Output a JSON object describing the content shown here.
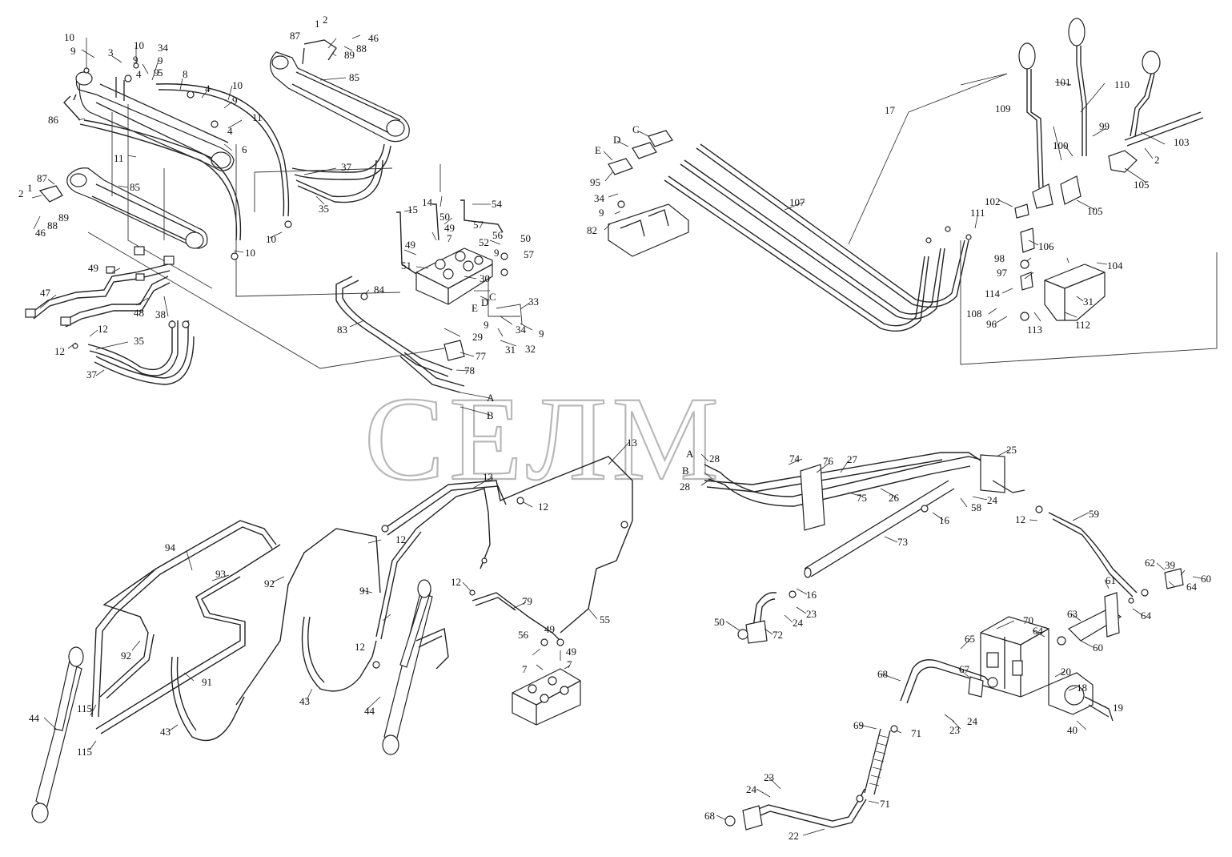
{
  "watermark": "СЕЛМ",
  "labels": {
    "l10a": "10",
    "l9a": "9",
    "l3": "3",
    "l10b": "10",
    "l9b": "9",
    "l34a": "34",
    "l9c": "9",
    "l5": "5",
    "l4a": "4",
    "l8": "8",
    "l4b": "4",
    "l10c": "10",
    "l9d": "9",
    "l86": "86",
    "l11a": "11",
    "l11b": "11",
    "l4c": "4",
    "l6": "6",
    "l87a": "87",
    "l1a": "1",
    "l2a": "2",
    "l46a": "46",
    "l89a": "89",
    "l88a": "88",
    "l85a": "85",
    "l37a": "37",
    "l35a": "35",
    "l10d": "10",
    "l87b": "87",
    "l2b": "2",
    "l1b": "1",
    "l85b": "85",
    "l46b": "46",
    "l88b": "88",
    "l89b": "89",
    "l10e": "10",
    "l49a": "49",
    "l47": "47",
    "l48": "48",
    "l38": "38",
    "l12a": "12",
    "l35b": "35",
    "l12b": "12",
    "l37b": "37",
    "l14": "14",
    "l15": "15",
    "l54": "54",
    "l50a": "50",
    "l49b": "49",
    "l57a": "57",
    "l56a": "56",
    "l50b": "50",
    "l52": "52",
    "l7a": "7",
    "l9e": "9",
    "l57b": "57",
    "l51": "51",
    "l30": "30",
    "l84": "84",
    "lC1": "C",
    "lD1": "D",
    "lE1": "E",
    "l83": "83",
    "l29": "29",
    "l33": "33",
    "l9f": "9",
    "l34b": "34",
    "l9g": "9",
    "l31a": "31",
    "l32": "32",
    "l77": "77",
    "l78": "78",
    "lA1": "A",
    "lB1": "B",
    "l17": "17",
    "l109": "109",
    "l101": "101",
    "l110": "110",
    "lC2": "C",
    "lD2": "D",
    "lE2": "E",
    "l95": "95",
    "l99": "99",
    "l100": "100",
    "l103": "103",
    "l2c": "2",
    "l105a": "105",
    "l34c": "34",
    "l9h": "9",
    "l82": "82",
    "l107": "107",
    "l102": "102",
    "l105b": "105",
    "l111": "111",
    "l106": "106",
    "l98": "98",
    "l104": "104",
    "l97": "97",
    "l114": "114",
    "l31b": "31",
    "l108": "108",
    "l96": "96",
    "l113": "113",
    "l112": "112",
    "l13a": "13",
    "l13b": "13",
    "l12c": "12",
    "l12d": "12",
    "l94": "94",
    "l93": "93",
    "l92a": "92",
    "l91a": "91",
    "l12e": "12",
    "l79": "79",
    "l55": "55",
    "l92b": "92",
    "l91b": "91",
    "l12f": "12",
    "l56b": "56",
    "l49c": "49",
    "l7b": "7",
    "l7c": "7",
    "l43a": "43",
    "l43b": "43",
    "l44a": "44",
    "l44b": "44",
    "l115a": "115",
    "l115b": "115",
    "lA2": "A",
    "l28a": "28",
    "lB2": "B",
    "l28b": "28",
    "l74": "74",
    "l76": "76",
    "l27": "27",
    "l25": "25",
    "l75": "75",
    "l26": "26",
    "l58": "58",
    "l24a": "24",
    "l16a": "16",
    "l12g": "12",
    "l59": "59",
    "l73": "73",
    "l16b": "16",
    "l62": "62",
    "l39": "39",
    "l60a": "60",
    "l64a": "64",
    "l61": "61",
    "l23a": "23",
    "l24b": "24",
    "l50c": "50",
    "l72": "72",
    "l63": "63",
    "l64b": "64",
    "l70": "70",
    "l65": "65",
    "l64c": "64",
    "l60b": "60",
    "l67": "67",
    "l68a": "68",
    "l20": "20",
    "l18": "18",
    "l19": "19",
    "l40": "40",
    "l69": "69",
    "l71a": "71",
    "l23b": "23",
    "l24c": "24",
    "l23c": "23",
    "l24d": "24",
    "l71b": "71",
    "l68b": "68",
    "l22": "22"
  }
}
